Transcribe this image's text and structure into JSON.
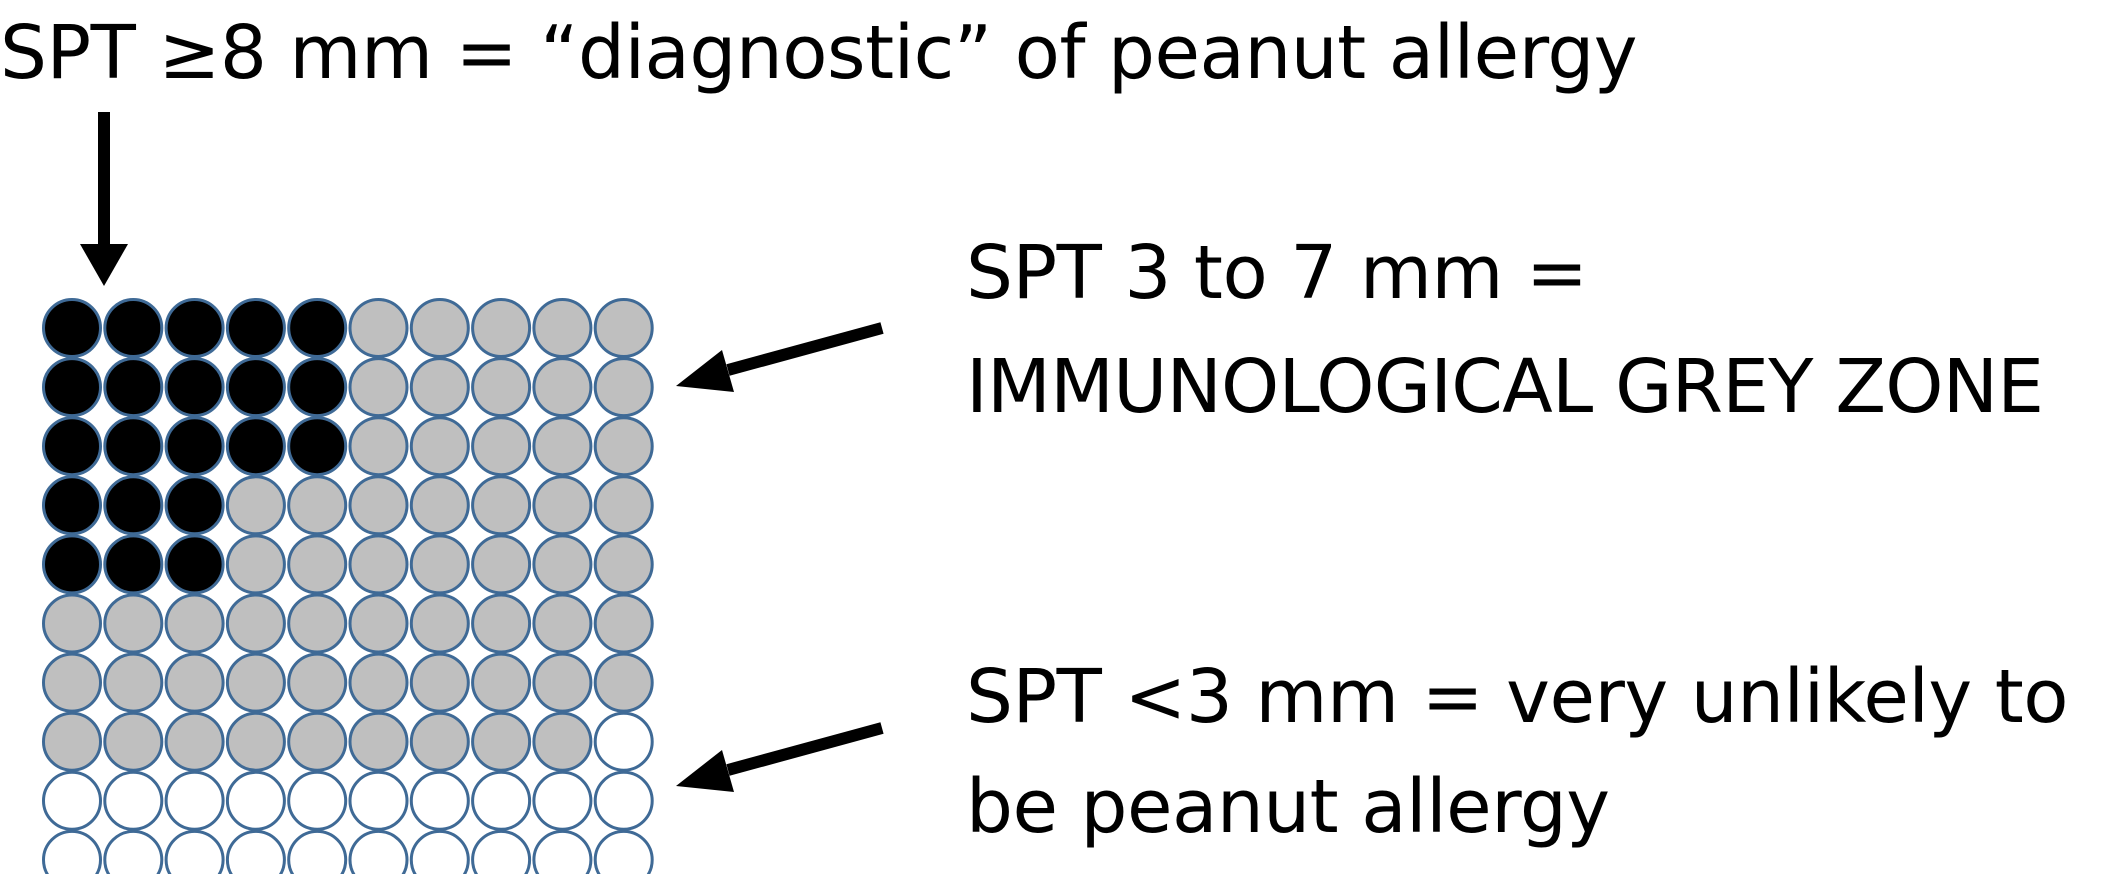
{
  "annotations": {
    "diagnostic": "SPT ≥8 mm = “diagnostic” of peanut allergy",
    "grey_zone_line1": "SPT 3 to 7 mm =",
    "grey_zone_line2": "IMMUNOLOGICAL GREY ZONE",
    "unlikely_line1": "SPT <3 mm = very unlikely to",
    "unlikely_line2": "be peanut allergy"
  },
  "grid": {
    "rows": [
      [
        "black",
        "black",
        "black",
        "black",
        "black",
        "grey",
        "grey",
        "grey",
        "grey",
        "grey"
      ],
      [
        "black",
        "black",
        "black",
        "black",
        "black",
        "grey",
        "grey",
        "grey",
        "grey",
        "grey"
      ],
      [
        "black",
        "black",
        "black",
        "black",
        "black",
        "grey",
        "grey",
        "grey",
        "grey",
        "grey"
      ],
      [
        "black",
        "black",
        "black",
        "grey",
        "grey",
        "grey",
        "grey",
        "grey",
        "grey",
        "grey"
      ],
      [
        "black",
        "black",
        "black",
        "grey",
        "grey",
        "grey",
        "grey",
        "grey",
        "grey",
        "grey"
      ],
      [
        "grey",
        "grey",
        "grey",
        "grey",
        "grey",
        "grey",
        "grey",
        "grey",
        "grey",
        "grey"
      ],
      [
        "grey",
        "grey",
        "grey",
        "grey",
        "grey",
        "grey",
        "grey",
        "grey",
        "grey",
        "grey"
      ],
      [
        "grey",
        "grey",
        "grey",
        "grey",
        "grey",
        "grey",
        "grey",
        "grey",
        "grey",
        "white"
      ],
      [
        "white",
        "white",
        "white",
        "white",
        "white",
        "white",
        "white",
        "white",
        "white",
        "white"
      ],
      [
        "white",
        "white",
        "white",
        "white",
        "white",
        "white",
        "white",
        "white",
        "white",
        "white"
      ]
    ],
    "colors": {
      "black": "#000000",
      "grey": "#bfbfbf",
      "white": "#ffffff",
      "outline": "#3f6a96",
      "arrow": "#000000"
    }
  }
}
